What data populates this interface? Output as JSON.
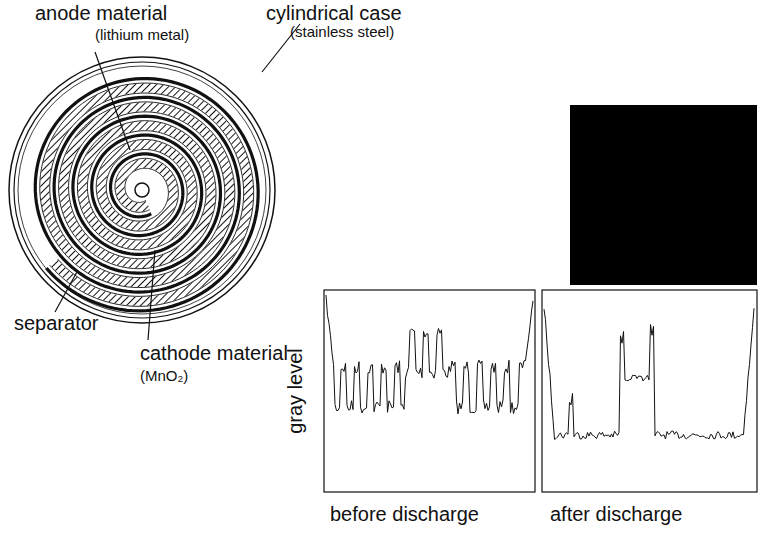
{
  "diagram": {
    "labels": [
      "anode material",
      "(lithium metal)",
      "cylindrical case",
      "(stainless steel)",
      "separator",
      "cathode material",
      "(MnO₂)",
      "gray level",
      "before discharge",
      "after discharge"
    ]
  }
}
